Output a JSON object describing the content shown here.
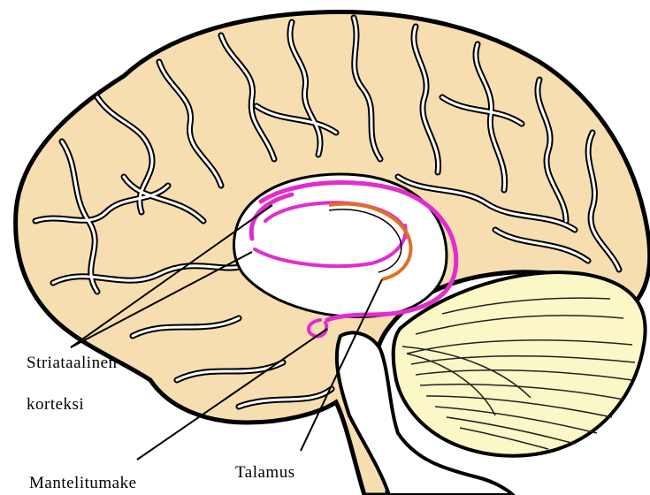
{
  "labels": {
    "striatal_line1": "Striataalinen",
    "striatal_line2": "korteksi",
    "amygdala": "Mantelitumake",
    "thalamus": "Talamus"
  },
  "colors": {
    "cortex_fill": "#f6deb0",
    "outline": "#000000",
    "limbic_ring": "#e22ccf",
    "thalamus_arc": "#e07020",
    "cerebellum_fill": "#fbf7c6",
    "brainstem_fill": "#ffffff"
  }
}
